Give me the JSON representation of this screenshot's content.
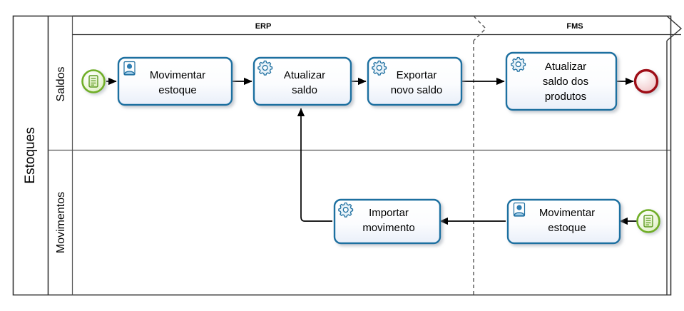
{
  "diagram": {
    "type": "bpmn-process-diagram",
    "pool": {
      "name": "Estoques",
      "lanes": [
        {
          "id": "saldos",
          "name": "Saldos"
        },
        {
          "id": "movimentos",
          "name": "Movimentos"
        }
      ],
      "phases": [
        {
          "id": "erp",
          "label": "ERP"
        },
        {
          "id": "fms",
          "label": "FMS"
        }
      ]
    },
    "nodes": [
      {
        "id": "start-saldos",
        "kind": "start-event",
        "icon": "document-list-icon",
        "lane": "saldos",
        "phase": "erp",
        "label": ""
      },
      {
        "id": "task-movimentar-estoque-erp",
        "kind": "user-task",
        "icon": "user-icon",
        "lane": "saldos",
        "phase": "erp",
        "label": "Movimentar estoque",
        "lines": [
          "Movimentar",
          "estoque"
        ]
      },
      {
        "id": "task-atualizar-saldo",
        "kind": "service-task",
        "icon": "gear-icon",
        "lane": "saldos",
        "phase": "erp",
        "label": "Atualizar saldo",
        "lines": [
          "Atualizar",
          "saldo"
        ]
      },
      {
        "id": "task-exportar-novo-saldo",
        "kind": "service-task",
        "icon": "gear-icon",
        "lane": "saldos",
        "phase": "erp",
        "label": "Exportar novo saldo",
        "lines": [
          "Exportar",
          "novo saldo"
        ]
      },
      {
        "id": "task-atualizar-saldo-produtos",
        "kind": "service-task",
        "icon": "gear-icon",
        "lane": "saldos",
        "phase": "fms",
        "label": "Atualizar saldo dos produtos",
        "lines": [
          "Atualizar",
          "saldo dos",
          "produtos"
        ]
      },
      {
        "id": "end-saldos",
        "kind": "end-event",
        "icon": "end-event-icon",
        "lane": "saldos",
        "phase": "fms",
        "label": ""
      },
      {
        "id": "task-importar-movimento",
        "kind": "service-task",
        "icon": "gear-icon",
        "lane": "movimentos",
        "phase": "erp",
        "label": "Importar movimento",
        "lines": [
          "Importar",
          "movimento"
        ]
      },
      {
        "id": "task-movimentar-estoque-fms",
        "kind": "user-task",
        "icon": "user-icon",
        "lane": "movimentos",
        "phase": "fms",
        "label": "Movimentar estoque",
        "lines": [
          "Movimentar",
          "estoque"
        ]
      },
      {
        "id": "start-movimentos",
        "kind": "start-event",
        "icon": "document-list-icon",
        "lane": "movimentos",
        "phase": "fms",
        "label": ""
      }
    ],
    "flows": [
      {
        "id": "flow-1",
        "from": "start-saldos",
        "to": "task-movimentar-estoque-erp",
        "label": ""
      },
      {
        "id": "flow-2",
        "from": "task-movimentar-estoque-erp",
        "to": "task-atualizar-saldo",
        "label": ""
      },
      {
        "id": "flow-3",
        "from": "task-atualizar-saldo",
        "to": "task-exportar-novo-saldo",
        "label": ""
      },
      {
        "id": "flow-4",
        "from": "task-exportar-novo-saldo",
        "to": "task-atualizar-saldo-produtos",
        "label": ""
      },
      {
        "id": "flow-5",
        "from": "task-atualizar-saldo-produtos",
        "to": "end-saldos",
        "label": ""
      },
      {
        "id": "flow-6",
        "from": "start-movimentos",
        "to": "task-movimentar-estoque-fms",
        "label": ""
      },
      {
        "id": "flow-7",
        "from": "task-movimentar-estoque-fms",
        "to": "task-importar-movimento",
        "label": ""
      },
      {
        "id": "flow-8",
        "from": "task-importar-movimento",
        "to": "task-atualizar-saldo",
        "label": ""
      }
    ]
  },
  "colors": {
    "task_border": "#1F6FA0",
    "task_fill_top": "#ffffff",
    "task_fill_bottom": "#EDF2FA",
    "icon_blue": "#1F6FA0",
    "start_event_stroke": "#6FAE28",
    "start_event_fill": "#EAF5D8",
    "end_event_stroke": "#9E0B18",
    "end_event_fill": "#F8DADA",
    "frame_stroke": "#333333",
    "flow_stroke": "#000000",
    "phase_divider": "#666666"
  }
}
